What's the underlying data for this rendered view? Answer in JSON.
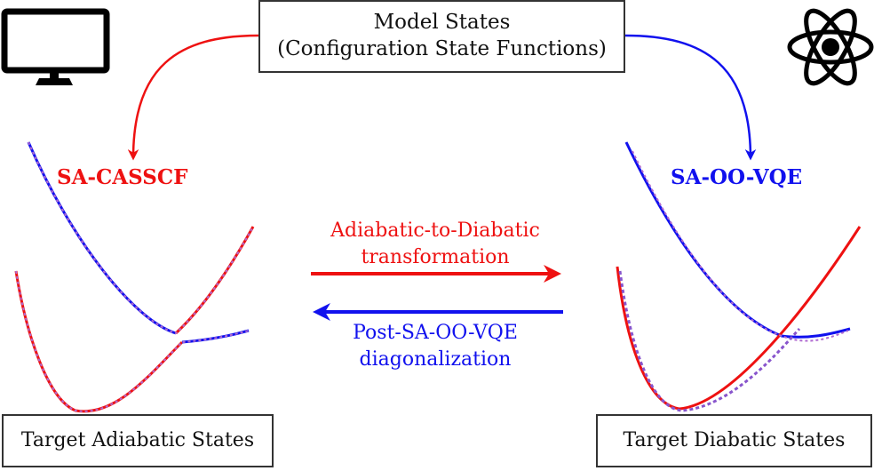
{
  "model_box": {
    "line1": "Model States",
    "line2": "(Configuration State Functions)"
  },
  "methods": {
    "left": "SA-CASSCF",
    "right": "SA-OO-VQE"
  },
  "arrows": {
    "forward_line1": "Adiabatic-to-Diabatic",
    "forward_line2": "transformation",
    "backward_line1": "Post-SA-OO-VQE",
    "backward_line2": "diagonalization"
  },
  "targets": {
    "adiabatic": "Target Adiabatic States",
    "diabatic": "Target Diabatic States"
  },
  "icons": {
    "left": "monitor-icon",
    "right": "atom-icon"
  },
  "colors": {
    "classical": "#ee1111",
    "quantum": "#1111ee",
    "mixed": "#7a3ab0",
    "border": "#333333"
  }
}
